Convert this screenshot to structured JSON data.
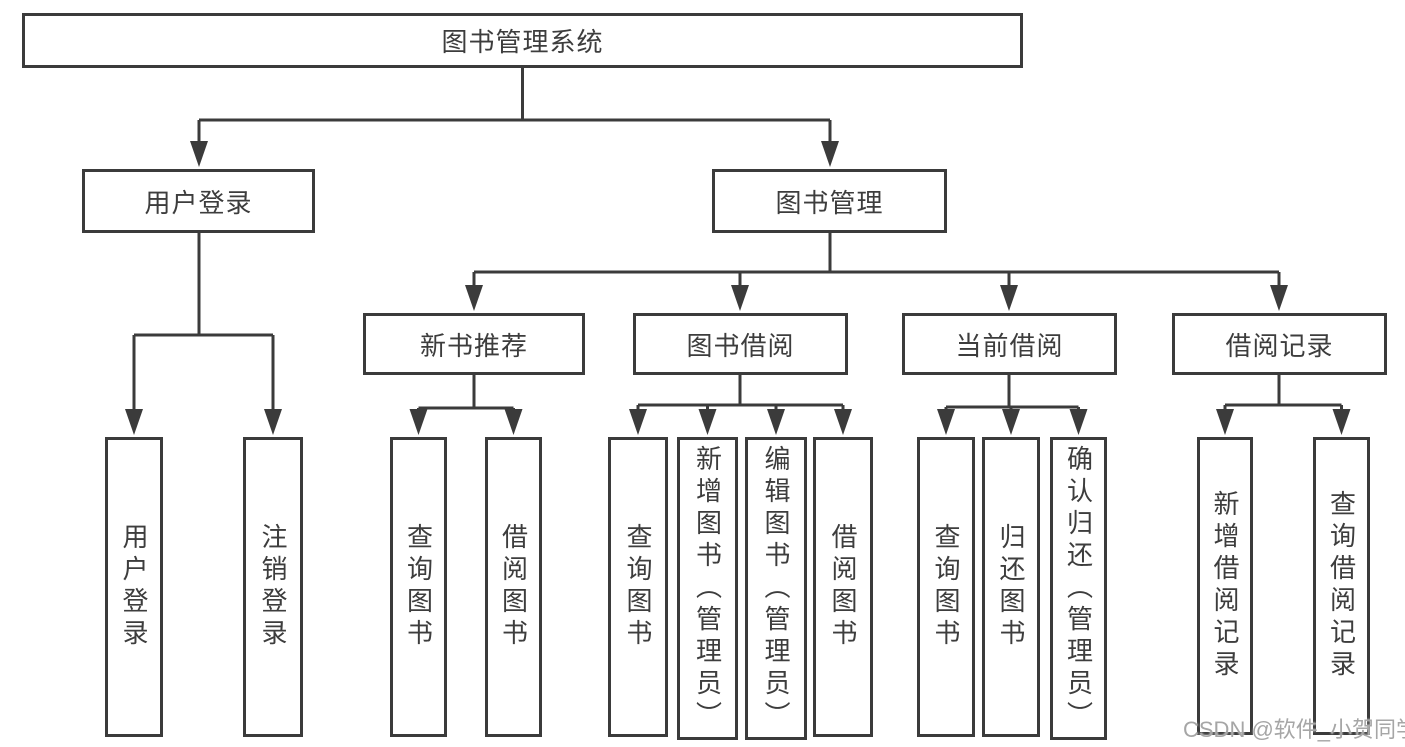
{
  "colors": {
    "line": "#3b3b3b",
    "text": "#3d3d3d",
    "background": "#ffffff",
    "watermark": "#a6a6a6"
  },
  "watermark": "CSDN @软件_小贺同学",
  "diagram": {
    "root": {
      "label": "图书管理系统"
    },
    "level2": {
      "user_login": {
        "label": "用户登录"
      },
      "book_management": {
        "label": "图书管理"
      }
    },
    "level3": {
      "new_book_recommend": {
        "label": "新书推荐"
      },
      "book_borrowing": {
        "label": "图书借阅"
      },
      "current_borrowing": {
        "label": "当前借阅"
      },
      "borrow_records": {
        "label": "借阅记录"
      }
    },
    "leaves": {
      "user_login": {
        "label": "用户登录"
      },
      "logout": {
        "label": "注销登录"
      },
      "query_books_newrec": {
        "label": "查询图书"
      },
      "borrow_books_newrec": {
        "label": "借阅图书"
      },
      "query_books_borrowing": {
        "label": "查询图书"
      },
      "add_books_admin": {
        "label": "新增图书（管理员）"
      },
      "edit_books_admin": {
        "label": "编辑图书（管理员）"
      },
      "borrow_books_borrowing": {
        "label": "借阅图书"
      },
      "query_books_current": {
        "label": "查询图书"
      },
      "return_books": {
        "label": "归还图书"
      },
      "confirm_return_admin": {
        "label": "确认归还（管理员）"
      },
      "add_borrow_record": {
        "label": "新增借阅记录"
      },
      "query_borrow_record": {
        "label": "查询借阅记录"
      }
    }
  }
}
